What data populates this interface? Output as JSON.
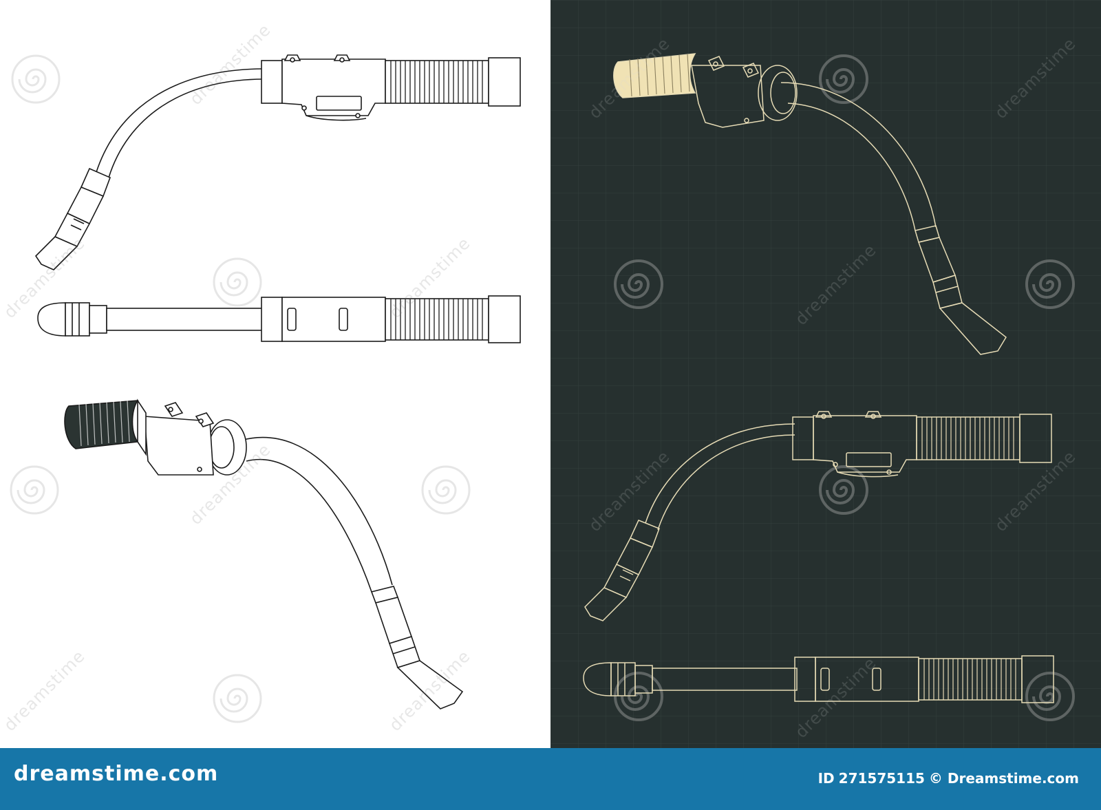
{
  "watermark": {
    "brand": "dreamstime",
    "logo_icon": "spiral-logo-icon"
  },
  "footer": {
    "logo_text": "dreamstime.com",
    "id_label": "ID",
    "id_number": "271575115",
    "copyright_text": "© Dreamstime.com"
  },
  "colors": {
    "footer_bg": "#1776a8",
    "blueprint_bg": "#26302f",
    "blueprint_line": "#e7dcb6",
    "blueprint_highlight": "#f0e2b4",
    "light_line": "#1a1a1a",
    "dark_grip": "#2b3432"
  },
  "illustrations": [
    {
      "name": "welding-torch-curved-top-view",
      "panel": "light"
    },
    {
      "name": "welding-torch-straight-side-view",
      "panel": "light"
    },
    {
      "name": "welding-torch-isometric-view",
      "panel": "light"
    },
    {
      "name": "welding-torch-isometric-view",
      "panel": "dark"
    },
    {
      "name": "welding-torch-curved-top-view",
      "panel": "dark"
    },
    {
      "name": "welding-torch-straight-side-view",
      "panel": "dark"
    }
  ]
}
